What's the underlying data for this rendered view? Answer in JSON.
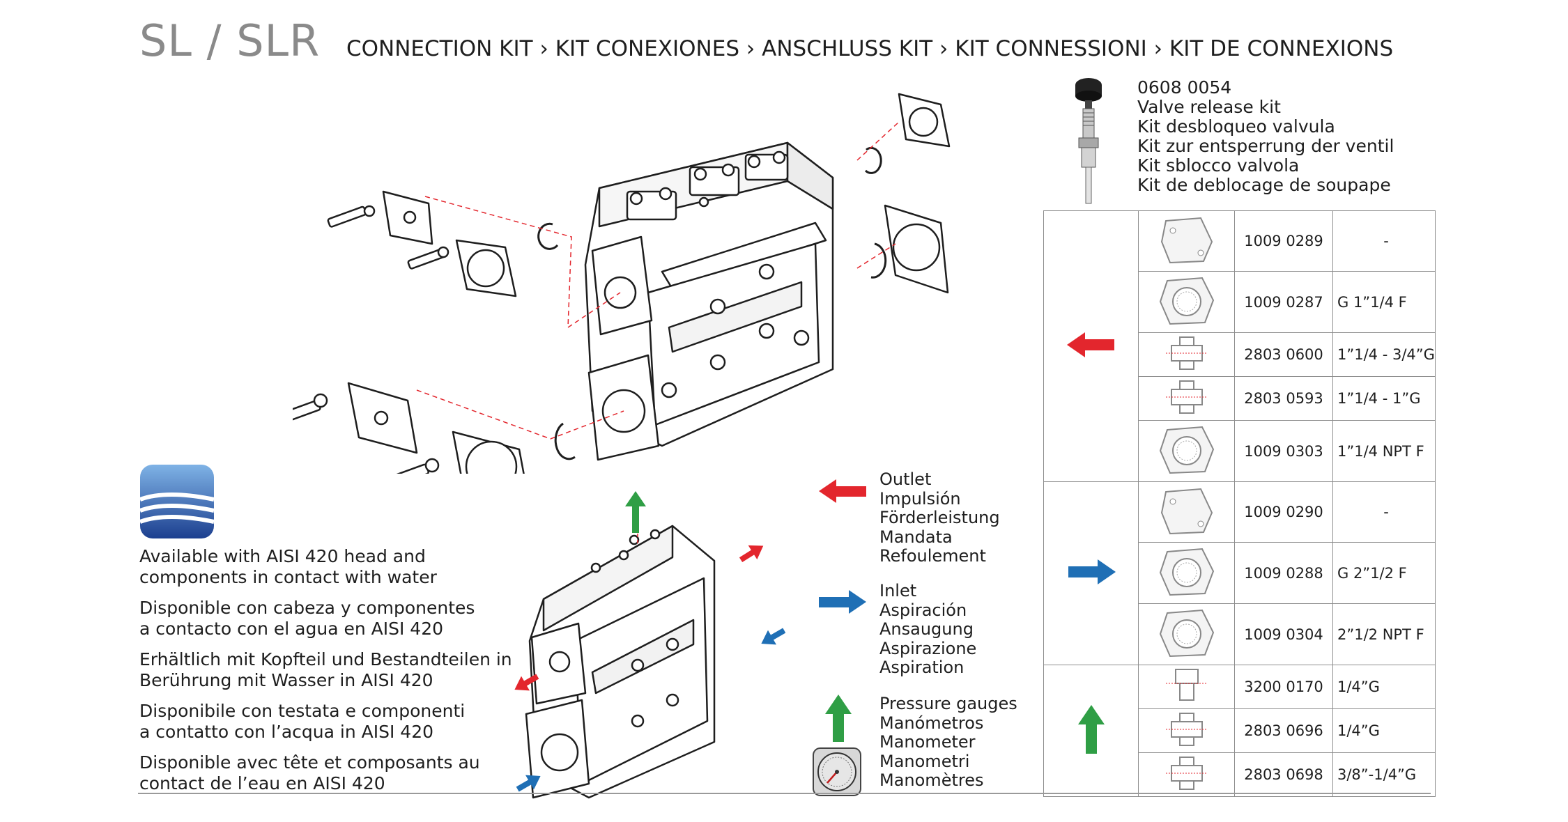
{
  "header": {
    "brand": "SL / SLR",
    "title": "CONNECTION KIT › KIT CONEXIONES › ANSCHLUSS KIT › KIT CONNESSIONI › KIT DE CONNEXIONS"
  },
  "valve_kit": {
    "code": "0608 0054",
    "lines": [
      "Valve release kit",
      "Kit desbloqueo valvula",
      "Kit zur entsperrung der ventil",
      "Kit sblocco valvola",
      "Kit de deblocage de soupape"
    ]
  },
  "availability": [
    {
      "l1": "Available with AISI 420 head and",
      "l2": "components in contact with water"
    },
    {
      "l1": "Disponible con cabeza y componentes",
      "l2": "a contacto con el agua en AISI 420"
    },
    {
      "l1": "Erhältlich mit Kopfteil und Bestandteilen in",
      "l2": "Berührung mit Wasser in AISI 420"
    },
    {
      "l1": "Disponibile con testata e componenti",
      "l2": "a contatto con l’acqua in AISI 420"
    },
    {
      "l1": "Disponible avec tête et composants au",
      "l2": "contact de l’eau en AISI 420"
    }
  ],
  "legend": {
    "outlet": [
      "Outlet",
      "Impulsión",
      "Förderleistung",
      "Mandata",
      "Refoulement"
    ],
    "inlet": [
      "Inlet",
      "Aspiración",
      "Ansaugung",
      "Aspirazione",
      "Aspiration"
    ],
    "gauges": [
      "Pressure gauges",
      "Manómetros",
      "Manometer",
      "Manometri",
      "Manomètres"
    ]
  },
  "colors": {
    "outlet": "#e3262d",
    "inlet": "#1f6fb5",
    "gauges": "#2f9e45"
  },
  "parts": {
    "outlet": [
      {
        "icon": "flange-blank-icon",
        "code": "1009 0289",
        "desc": "-"
      },
      {
        "icon": "flange-threaded-icon",
        "code": "1009 0287",
        "desc": "G 1”1/4 F"
      },
      {
        "icon": "fitting-icon",
        "code": "2803 0600",
        "desc": "1”1/4 - 3/4”G"
      },
      {
        "icon": "fitting-icon",
        "code": "2803 0593",
        "desc": "1”1/4 - 1”G"
      },
      {
        "icon": "flange-threaded-icon",
        "code": "1009 0303",
        "desc": "1”1/4 NPT F"
      }
    ],
    "inlet": [
      {
        "icon": "flange-blank-icon",
        "code": "1009 0290",
        "desc": "-"
      },
      {
        "icon": "flange-threaded-icon",
        "code": "1009 0288",
        "desc": "G 2”1/2 F"
      },
      {
        "icon": "flange-threaded-icon",
        "code": "1009 0304",
        "desc": "2”1/2 NPT F"
      }
    ],
    "gauges": [
      {
        "icon": "plug-icon",
        "code": "3200 0170",
        "desc": "1/4”G"
      },
      {
        "icon": "fitting-icon",
        "code": "2803 0696",
        "desc": "1/4”G"
      },
      {
        "icon": "fitting-icon",
        "code": "2803 0698",
        "desc": "3/8”-1/4”G"
      }
    ]
  }
}
